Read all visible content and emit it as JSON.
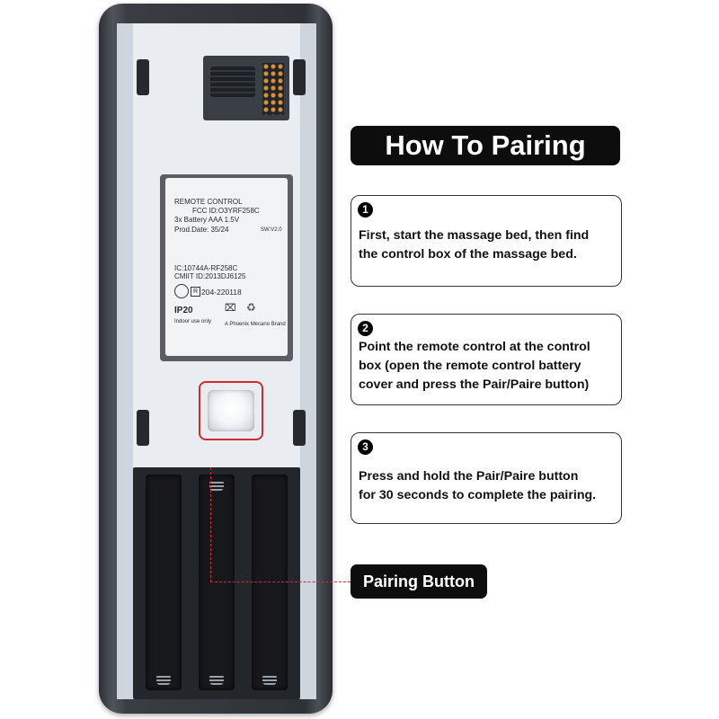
{
  "title": "How To Pairing",
  "steps": [
    {
      "number": "1",
      "lines": [
        "First, start the massage bed, then find",
        "the control box of the massage bed."
      ]
    },
    {
      "number": "2",
      "lines": [
        "Point the remote control at the control",
        "box (open the remote control battery",
        "cover and press the Pair/Paire button)"
      ]
    },
    {
      "number": "3",
      "lines": [
        "Press and hold the Pair/Paire button",
        "for 30 seconds to complete the pairing."
      ]
    }
  ],
  "callout_label": "Pairing Button",
  "sticker": {
    "heading": "REMOTE CONTROL",
    "fcc": "FCC ID:O3YRF258C",
    "battery": "3x Battery AAA 1.5V",
    "prod_date": "Prod.Date: 35/24",
    "sw": "SW:V2.0",
    "ic": "IC:10744A-RF258C",
    "cmiit": "CMIIT ID:2013DJ6125",
    "cert": "204-220118",
    "ip": "IP20",
    "indoor": "Indoor use only",
    "brand": "A Phoenix Mecano Brand"
  },
  "icons": {
    "ce": "certification-mark-icon",
    "r_mark": "r-mark-icon",
    "bin": "weee-bin-icon",
    "recycle": "recycle-icon"
  },
  "colors": {
    "accent_red": "#d42a2a",
    "pill_black": "#0d0d0d"
  }
}
